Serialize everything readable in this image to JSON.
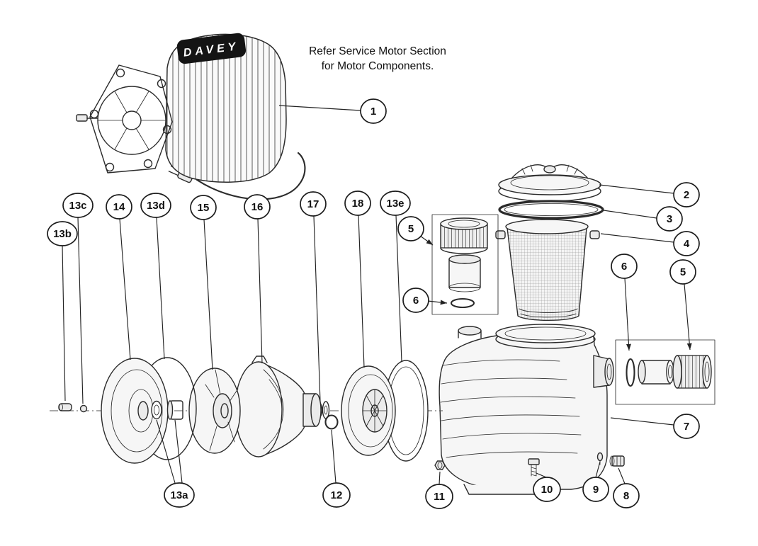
{
  "colors": {
    "background": "#ffffff",
    "line_art": "#2b2b2b",
    "label_plate": "#141414"
  },
  "note": {
    "line1": "Refer Service Motor Section",
    "line2": "for Motor Components."
  },
  "motor": {
    "brand": "DAVEY"
  },
  "callouts": [
    {
      "label": "1"
    },
    {
      "label": "2"
    },
    {
      "label": "3"
    },
    {
      "label": "4"
    },
    {
      "label": "5"
    },
    {
      "label": "6"
    },
    {
      "label": "6"
    },
    {
      "label": "5"
    },
    {
      "label": "7"
    },
    {
      "label": "8"
    },
    {
      "label": "9"
    },
    {
      "label": "10"
    },
    {
      "label": "11"
    },
    {
      "label": "12"
    },
    {
      "label": "13a"
    },
    {
      "label": "13b"
    },
    {
      "label": "13c"
    },
    {
      "label": "14"
    },
    {
      "label": "13d"
    },
    {
      "label": "15"
    },
    {
      "label": "16"
    },
    {
      "label": "17"
    },
    {
      "label": "18"
    },
    {
      "label": "13e"
    }
  ]
}
